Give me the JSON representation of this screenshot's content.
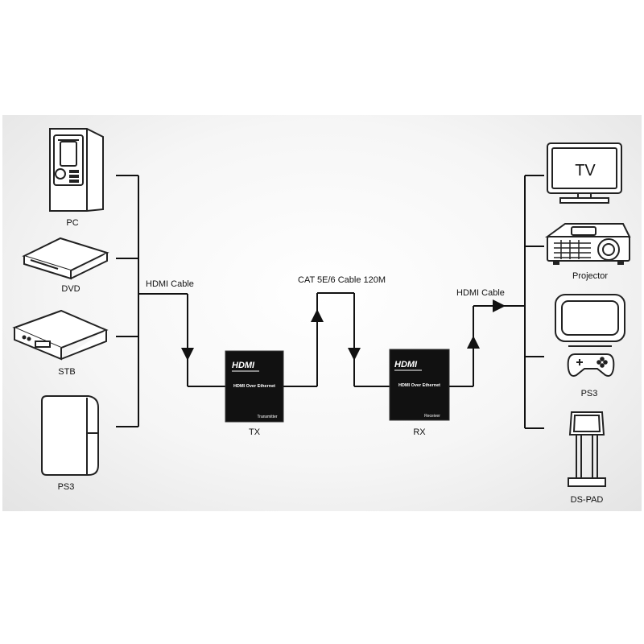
{
  "sources": [
    {
      "label": "PC",
      "icon": "pc-tower-icon"
    },
    {
      "label": "DVD",
      "icon": "dvd-player-icon"
    },
    {
      "label": "STB",
      "icon": "set-top-box-icon"
    },
    {
      "label": "PS3",
      "icon": "ps3-console-icon"
    }
  ],
  "displays": [
    {
      "label": "TV",
      "screen_text": "TV",
      "icon": "tv-icon"
    },
    {
      "label": "Projector",
      "icon": "projector-icon"
    },
    {
      "label": "PS3",
      "icon": "ps3-display-icon"
    },
    {
      "label": "DS-PAD",
      "icon": "ds-pad-kiosk-icon"
    }
  ],
  "cables": {
    "input_hdmi": "HDMI Cable",
    "cat": "CAT 5E/6 Cable 120M",
    "output_hdmi": "HDMI Cable"
  },
  "transmitter": {
    "logo": "HDMI",
    "title": "HDMI Over Ethernet",
    "model": "Transmitter",
    "label": "TX"
  },
  "receiver": {
    "logo": "HDMI",
    "title": "HDMI Over Ethernet",
    "model": "Receiver",
    "label": "RX"
  }
}
